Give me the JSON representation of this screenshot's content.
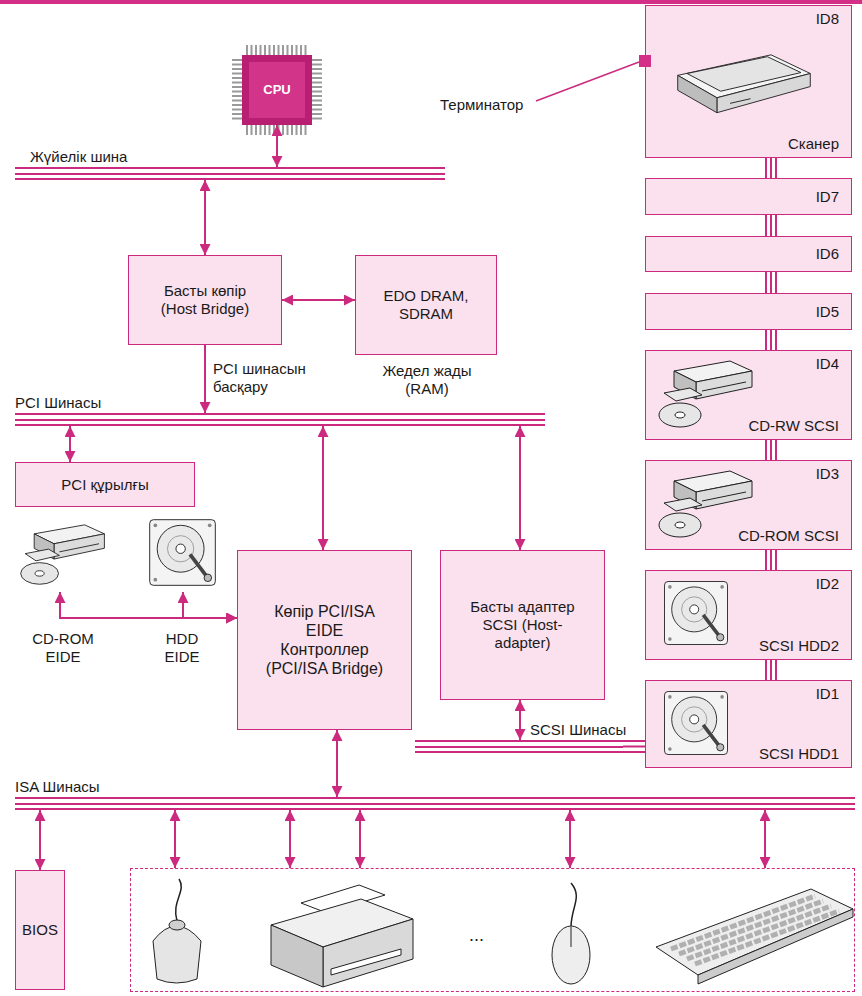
{
  "diagram": {
    "nodes": [
      {
        "text": [
          "CPU"
        ]
      },
      {
        "text": [
          "Жүйелік шина"
        ]
      },
      {
        "text": [
          "Басты көпір (Host Bridge)"
        ]
      },
      {
        "text": [
          "EDO DRAM, SDRAM",
          "Жедел жады (RAM)"
        ]
      },
      {
        "text": [
          "PCI Шинасы"
        ]
      },
      {
        "text": [
          "PCI құрылғы"
        ]
      },
      {
        "text": [
          "CD-ROM EIDE"
        ]
      },
      {
        "text": [
          "HDD EIDE"
        ]
      },
      {
        "text": [
          "Көпір PCI/ISA EIDE Контроллер (PCI/ISA Bridge)"
        ]
      },
      {
        "text": [
          "Басты адаптер SCSI (Host-adapter)"
        ]
      },
      {
        "text": [
          "SCSI Шинасы"
        ]
      },
      {
        "text": [
          "ID8",
          "Сканер"
        ]
      },
      {
        "text": [
          "ID7"
        ]
      },
      {
        "text": [
          "ID6"
        ]
      },
      {
        "text": [
          "ID5"
        ]
      },
      {
        "text": [
          "ID4",
          "CD-RW SCSI"
        ]
      },
      {
        "text": [
          "ID3",
          "CD-ROM SCSI"
        ]
      },
      {
        "text": [
          "ID2",
          "SCSI HDD2"
        ]
      },
      {
        "text": [
          "ID1",
          "SCSI HDD1"
        ]
      },
      {
        "text": [
          "ISA Шинасы"
        ]
      },
      {
        "text": [
          "BIOS"
        ]
      },
      {
        "text": [
          "..."
        ]
      }
    ],
    "edges": [
      {
        "from": 0,
        "to": 1,
        "arrow": "both"
      },
      {
        "from": 1,
        "to": 2,
        "arrow": "both"
      },
      {
        "from": 2,
        "to": 3,
        "arrow": "both"
      },
      {
        "from": 2,
        "to": 4,
        "label": "PCI шинасын басқару",
        "arrow": "to"
      },
      {
        "from": 4,
        "to": 5,
        "arrow": "both"
      },
      {
        "from": 4,
        "to": 8,
        "arrow": "both"
      },
      {
        "from": 4,
        "to": 9,
        "arrow": "both"
      },
      {
        "from": 6,
        "to": 8,
        "arrow": "both"
      },
      {
        "from": 7,
        "to": 8,
        "arrow": "both"
      },
      {
        "from": 8,
        "to": 19,
        "arrow": "both"
      },
      {
        "from": 9,
        "to": 10,
        "arrow": "both"
      },
      {
        "from": 10,
        "to": 18,
        "arrow": "none"
      },
      {
        "from": 11,
        "to": 12,
        "arrow": "none"
      },
      {
        "from": 12,
        "to": 13,
        "arrow": "none"
      },
      {
        "from": 13,
        "to": 14,
        "arrow": "none"
      },
      {
        "from": 14,
        "to": 15,
        "arrow": "none"
      },
      {
        "from": 15,
        "to": 16,
        "arrow": "none"
      },
      {
        "from": 16,
        "to": 17,
        "arrow": "none"
      },
      {
        "from": 17,
        "to": 18,
        "arrow": "none"
      },
      {
        "from": 19,
        "to": 20,
        "arrow": "both"
      },
      {
        "from": 19,
        "to": 21,
        "arrow": "both"
      },
      {
        "from": 19,
        "to": 21,
        "arrow": "both"
      },
      {
        "from": 19,
        "to": 21,
        "arrow": "both"
      },
      {
        "from": 19,
        "to": 21,
        "arrow": "both"
      },
      {
        "from": 19,
        "to": 21,
        "arrow": "both"
      }
    ],
    "labels": [
      "Терминатор"
    ]
  }
}
